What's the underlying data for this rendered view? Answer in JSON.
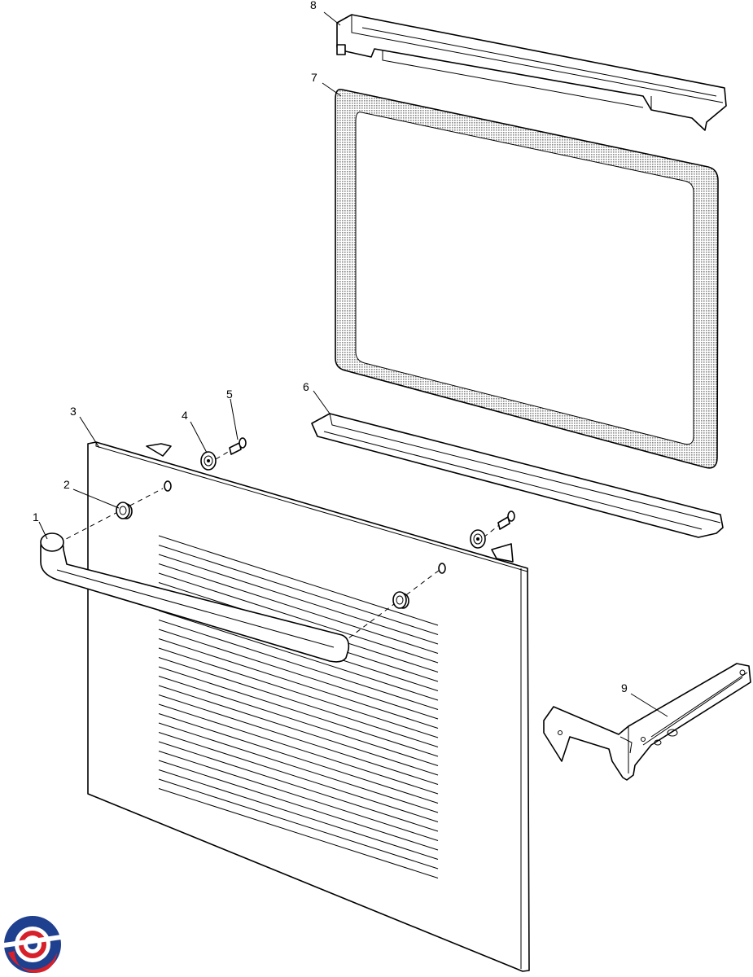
{
  "diagram": {
    "callouts": [
      {
        "id": "1",
        "part": "door-handle"
      },
      {
        "id": "2",
        "part": "handle-spacer"
      },
      {
        "id": "3",
        "part": "outer-door-panel"
      },
      {
        "id": "4",
        "part": "washer"
      },
      {
        "id": "5",
        "part": "screw"
      },
      {
        "id": "6",
        "part": "lower-glass-trim"
      },
      {
        "id": "7",
        "part": "door-glass"
      },
      {
        "id": "8",
        "part": "top-door-trim"
      },
      {
        "id": "9",
        "part": "door-hinge"
      }
    ]
  },
  "colors": {
    "line": "#000000",
    "glass_frame_fill": "#b9b9b9",
    "logo_blue": "#1f3f8f",
    "logo_red": "#d6202a"
  },
  "logo": {
    "icon": "brand-logo-icon"
  }
}
